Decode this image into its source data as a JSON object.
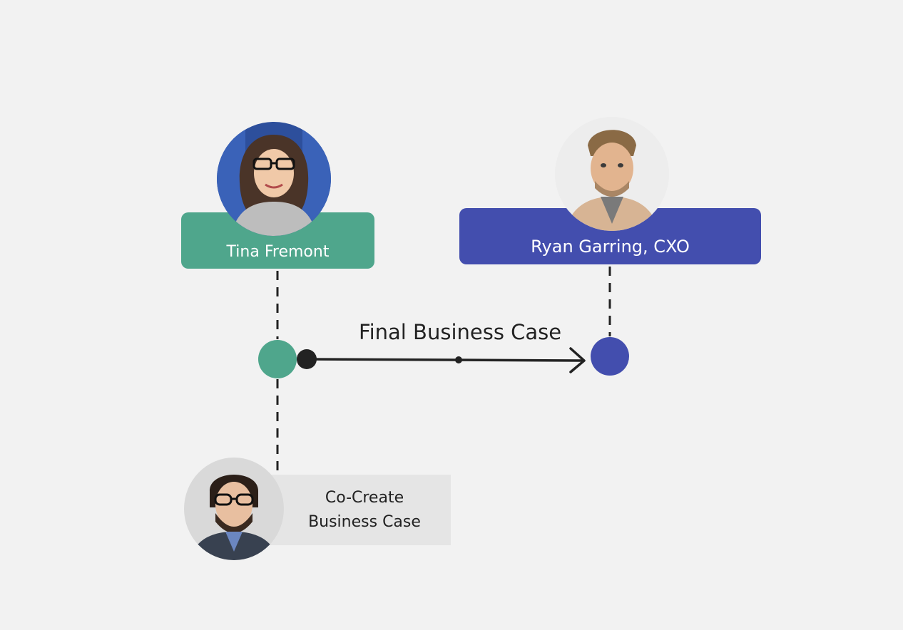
{
  "colors": {
    "background": "#f2f2f2",
    "green": "#4fa68c",
    "blue": "#434eae",
    "task_box": "#e5e5e5",
    "connector": "#222222"
  },
  "people": [
    {
      "name": "Tina Fremont",
      "color": "#4fa68c",
      "avatar": "woman-with-glasses-photo"
    },
    {
      "name": "Ryan Garring, CXO",
      "color": "#434eae",
      "avatar": "man-photo"
    }
  ],
  "task": {
    "line1": "Co-Create",
    "line2": "Business Case",
    "avatar": "bearded-man-with-glasses-photo"
  },
  "flow": {
    "label": "Final Business Case",
    "from": "Tina Fremont",
    "to": "Ryan Garring, CXO"
  }
}
